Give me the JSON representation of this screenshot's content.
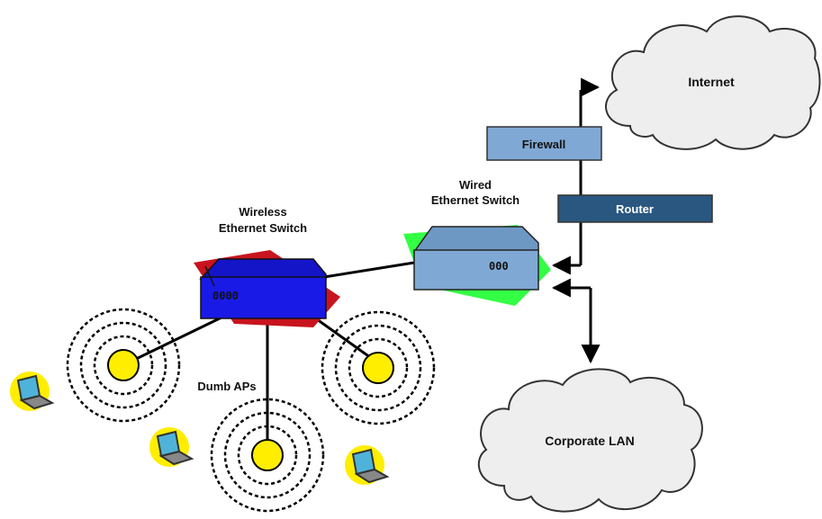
{
  "nodes": {
    "internet": "Internet",
    "corporate_lan": "Corporate LAN",
    "firewall": "Firewall",
    "router": "Router",
    "wired_switch": {
      "line1": "Wired",
      "line2": "Ethernet Switch",
      "ports": "000"
    },
    "wireless_switch": {
      "line1": "Wireless",
      "line2": "Ethernet Switch",
      "ports": "0000"
    },
    "aps": "Dumb APs"
  },
  "colors": {
    "firewall_fill": "#7fa9d4",
    "router_fill": "#2a5780",
    "wired_switch_fill": "#7fa9d4",
    "wired_switch_shadow": "#33ff44",
    "wireless_switch_fill": "#1a1ae6",
    "wireless_switch_shadow": "#c8141e",
    "ap_fill": "#ffee00",
    "cloud_fill": "#eeeeee"
  }
}
